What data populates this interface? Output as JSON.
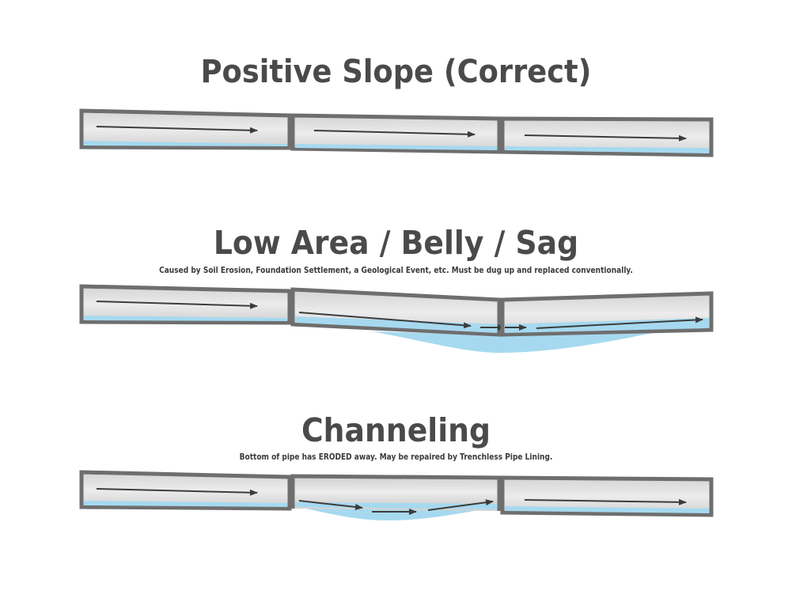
{
  "sections": [
    {
      "title": "Positive Slope (Correct)",
      "subtitle": ""
    },
    {
      "title": "Low Area / Belly / Sag",
      "subtitle": "Caused by Soil Erosion, Foundation Settlement, a Geological Event, etc. Must be dug up and replaced conventionally."
    },
    {
      "title": "Channeling",
      "subtitle": "Bottom of pipe has ERODED away. May be repaired by Trenchless Pipe Lining."
    }
  ],
  "colors": {
    "pipe_wall": "#6e6e6e",
    "pipe_fill": "#e2e2e2",
    "water": "#a6d9ef",
    "arrow": "#3c3c3c",
    "text": "#4a4a4a"
  }
}
